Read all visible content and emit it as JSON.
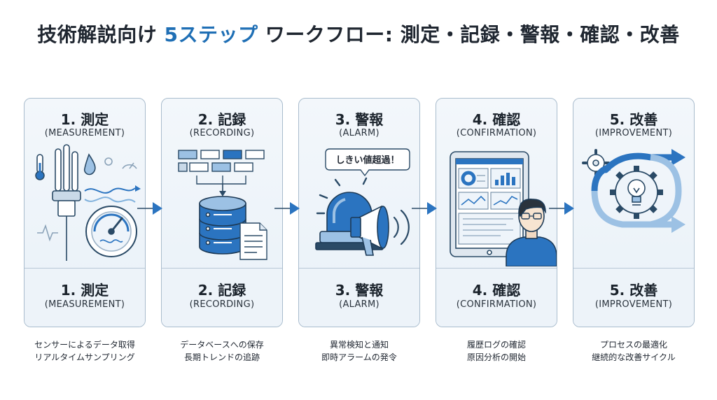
{
  "title": {
    "prefix": "技術解説向け ",
    "accent": "5ステップ",
    "suffix": " ワークフロー: 測定・記録・警報・確認・改善"
  },
  "colors": {
    "accent": "#1f6fb5",
    "panel_border": "#a9bccd",
    "arrow": "#2b74c0"
  },
  "steps": [
    {
      "title": "1. 測定",
      "subtitle": "(MEASUREMENT)",
      "icon": "sensor-gauge-icon",
      "desc": [
        "センサーによるデータ取得",
        "リアルタイムサンプリング"
      ]
    },
    {
      "title": "2. 記録",
      "subtitle": "(RECORDING)",
      "icon": "database-icon",
      "desc": [
        "データベースへの保存",
        "長期トレンドの追跡"
      ]
    },
    {
      "title": "3. 警報",
      "subtitle": "(ALARM)",
      "icon": "alarm-siren-icon",
      "bubble": "しきい値超過！",
      "desc": [
        "異常検知と通知",
        "即時アラームの発令"
      ]
    },
    {
      "title": "4. 確認",
      "subtitle": "(CONFIRMATION)",
      "icon": "dashboard-review-icon",
      "desc": [
        "履歴ログの確認",
        "原因分析の開始"
      ]
    },
    {
      "title": "5. 改善",
      "subtitle": "(IMPROVEMENT)",
      "icon": "improvement-cycle-icon",
      "desc": [
        "プロセスの最適化",
        "継続的な改善サイクル"
      ]
    }
  ]
}
